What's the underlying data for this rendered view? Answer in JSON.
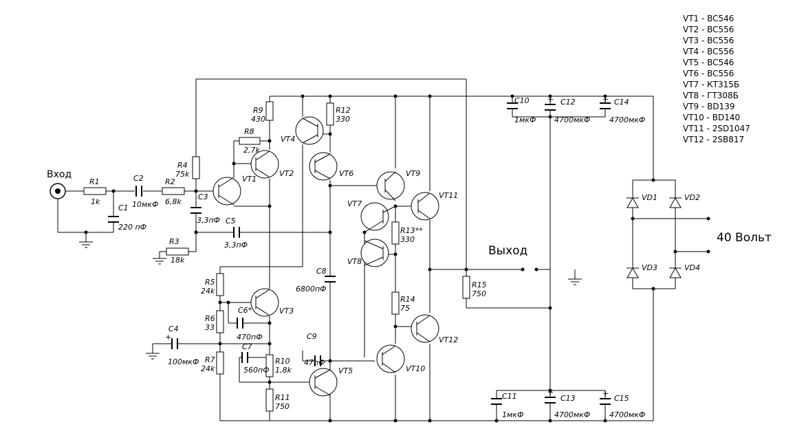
{
  "input_label": "Вход",
  "output_label": "Выход",
  "supply_label": "40 Вольт",
  "transistor_list": [
    "VT1 - BC546",
    "VT2 - BC556",
    "VT3 - BC556",
    "VT4 - BC556",
    "VT5 - BC546",
    "VT6 - BC556",
    "VT7 - КТ315Б",
    "VT8 - ГТ308Б",
    "VT9 - BD139",
    "VT10 - BD140",
    "VT11 - 2SD1047",
    "VT12 - 2SB817"
  ],
  "resistors": {
    "R1": {
      "ref": "R1",
      "value": "1k"
    },
    "R2": {
      "ref": "R2",
      "value": "6,8k"
    },
    "R3": {
      "ref": "R3",
      "value": "18k"
    },
    "R4": {
      "ref": "R4",
      "value": "75k"
    },
    "R5": {
      "ref": "R5",
      "value": "24k"
    },
    "R6": {
      "ref": "R6",
      "value": "33"
    },
    "R7": {
      "ref": "R7",
      "value": "24k"
    },
    "R8": {
      "ref": "R8",
      "value": "2,7k"
    },
    "R9": {
      "ref": "R9",
      "value": "430"
    },
    "R10": {
      "ref": "R10",
      "value": "1,8k"
    },
    "R11": {
      "ref": "R11",
      "value": "750"
    },
    "R12": {
      "ref": "R12",
      "value": "330"
    },
    "R13": {
      "ref": "R13**",
      "value": "330"
    },
    "R14": {
      "ref": "R14",
      "value": "75"
    },
    "R15": {
      "ref": "R15",
      "value": "750"
    }
  },
  "capacitors": {
    "C1": {
      "ref": "C1",
      "value": "220 пФ"
    },
    "C2": {
      "ref": "C2",
      "value": "10мкФ"
    },
    "C3": {
      "ref": "C3",
      "value": "3,3пФ"
    },
    "C4": {
      "ref": "C4",
      "value": "100мкФ"
    },
    "C5": {
      "ref": "C5",
      "value": "3,3пФ"
    },
    "C6": {
      "ref": "C6*",
      "value": "470пФ"
    },
    "C7": {
      "ref": "C7",
      "value": "560пФ"
    },
    "C8": {
      "ref": "C8",
      "value": "6800пФ"
    },
    "C9": {
      "ref": "C9",
      "value": "47пФ"
    },
    "C10": {
      "ref": "C10",
      "value": "1мкФ"
    },
    "C11": {
      "ref": "C11",
      "value": "1мкФ"
    },
    "C12": {
      "ref": "C12",
      "value": "4700мкФ"
    },
    "C13": {
      "ref": "C13",
      "value": "4700мкФ"
    },
    "C14": {
      "ref": "C14",
      "value": "4700мкФ"
    },
    "C15": {
      "ref": "C15",
      "value": "4700мкФ"
    }
  },
  "transistors": {
    "VT1": "VT1",
    "VT2": "VT2",
    "VT3": "VT3",
    "VT4": "VT4",
    "VT5": "VT5",
    "VT6": "VT6",
    "VT7": "VT7",
    "VT8": "VT8",
    "VT9": "VT9",
    "VT10": "VT10",
    "VT11": "VT11",
    "VT12": "VT12"
  },
  "diodes": {
    "VD1": "VD1",
    "VD2": "VD2",
    "VD3": "VD3",
    "VD4": "VD4"
  },
  "icons": {
    "ground": "ground-icon",
    "input_jack": "input-jack-icon",
    "transistor": "transistor-icon",
    "diode": "diode-icon"
  }
}
